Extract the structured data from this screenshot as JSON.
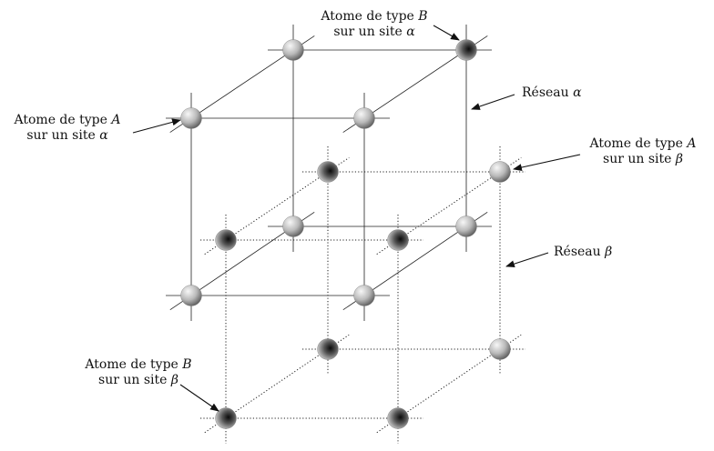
{
  "labels": {
    "atom_b_alpha": {
      "line1_prefix": "Atome de type ",
      "line1_symbol": "B",
      "line2_prefix": "sur un site ",
      "line2_symbol": "α"
    },
    "atom_a_alpha": {
      "line1_prefix": "Atome de type ",
      "line1_symbol": "A",
      "line2_prefix": "sur un site ",
      "line2_symbol": "α"
    },
    "atom_a_beta": {
      "line1_prefix": "Atome de type ",
      "line1_symbol": "A",
      "line2_prefix": "sur un site ",
      "line2_symbol": "β"
    },
    "atom_b_beta": {
      "line1_prefix": "Atome de type ",
      "line1_symbol": "B",
      "line2_prefix": "sur un site ",
      "line2_symbol": "β"
    },
    "reseau_alpha": {
      "prefix": "Réseau ",
      "symbol": "α"
    },
    "reseau_beta": {
      "prefix": "Réseau ",
      "symbol": "β"
    }
  },
  "colors": {
    "line": "#111111",
    "atom_a_light": "#f4f4f4",
    "atom_a_dark": "#5a5a5a",
    "atom_b_core": "#111111",
    "atom_b_edge": "#c8c8c8"
  }
}
